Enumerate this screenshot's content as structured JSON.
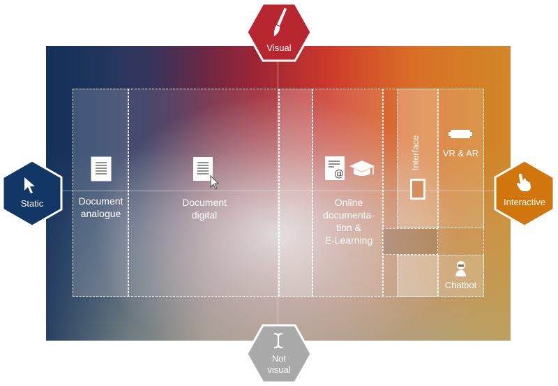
{
  "axes": {
    "top": {
      "label": "Visual",
      "color": "#b8262f",
      "icon": "paintbrush-icon"
    },
    "bottom": {
      "label": "Not\nvisual",
      "line1": "Not",
      "line2": "visual",
      "color": "#a9a9a9",
      "icon": "text-cursor-icon"
    },
    "left": {
      "label": "Static",
      "color": "#123666",
      "icon": "mouse-pointer-icon"
    },
    "right": {
      "label": "Interactive",
      "color": "#d1760c",
      "icon": "hand-pointer-icon"
    }
  },
  "items": {
    "document_analogue": {
      "line1": "Document",
      "line2": "analogue",
      "icon": "document-icon"
    },
    "document_digital": {
      "line1": "Document",
      "line2": "digital",
      "icon": "document-cursor-icon"
    },
    "online": {
      "line1": "Online",
      "line2": "documenta-",
      "line3": "tion &",
      "line4": "E-Learning",
      "icon": "email-doc-graduation-icon"
    },
    "interface": {
      "label": "Interface",
      "icon": "tablet-icon"
    },
    "vr_ar": {
      "label": "VR & AR",
      "icon": "vr-headset-icon"
    },
    "chatbot": {
      "label": "Chatbot",
      "icon": "chatbot-icon"
    }
  }
}
